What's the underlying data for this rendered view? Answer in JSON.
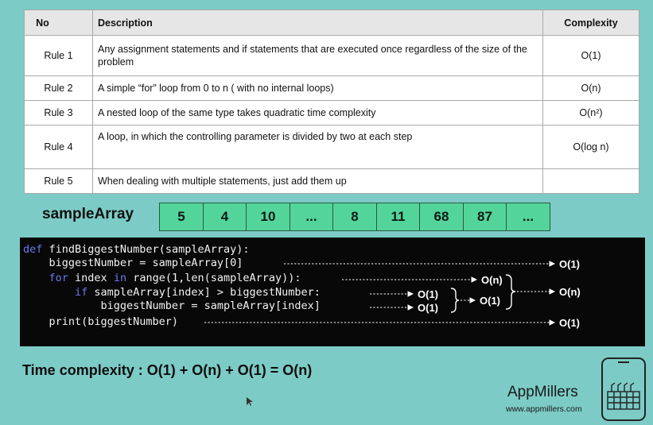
{
  "table": {
    "headers": {
      "no": "No",
      "description": "Description",
      "complexity": "Complexity"
    },
    "rows": [
      {
        "no": "Rule 1",
        "description": "Any assignment statements and if statements that are executed once regardless of the size of the problem",
        "complexity": "O(1)"
      },
      {
        "no": "Rule 2",
        "description": "A simple “for” loop from 0 to n ( with no internal loops)",
        "complexity": "O(n)"
      },
      {
        "no": "Rule 3",
        "description": "A nested loop of the same type takes quadratic time complexity",
        "complexity": "O(n²)"
      },
      {
        "no": "Rule 4",
        "description": "A loop, in which the controlling parameter is divided by two at each step",
        "complexity": "O(log n)"
      },
      {
        "no": "Rule 5",
        "description": "When dealing with multiple statements, just add them up",
        "complexity": ""
      }
    ]
  },
  "sample_array": {
    "label": "sampleArray",
    "values": [
      "5",
      "4",
      "10",
      "...",
      "8",
      "11",
      "68",
      "87",
      "..."
    ]
  },
  "code": {
    "lines": [
      {
        "kw": "def",
        "text": " findBiggestNumber(sampleArray):"
      },
      {
        "kw": "",
        "text": "    biggestNumber = sampleArray[0]"
      },
      {
        "kw": "for",
        "text": " index ",
        "kw2": "in",
        "text2": " range(1,len(sampleArray)):"
      },
      {
        "kw": "if",
        "text": " sampleArray[index] > biggestNumber:"
      },
      {
        "kw": "",
        "text": "            biggestNumber = sampleArray[index]"
      },
      {
        "kw": "",
        "text": "    print(biggestNumber)"
      }
    ],
    "annotations": {
      "line1": "O(1)",
      "line2": "O(n)",
      "line3": "O(1)",
      "line4": "O(1)",
      "if_block": "O(1)",
      "loop_block": "O(n)",
      "line5": "O(1)"
    }
  },
  "formula": {
    "label": "Time complexity : ",
    "expression": "O(1) + O(n) + O(1) = O(n)"
  },
  "brand": {
    "name": "AppMillers",
    "url": "www.appmillers.com"
  },
  "colors": {
    "background": "#7ccbc6",
    "array_cell": "#53d49b",
    "code_bg": "#080808",
    "keyword": "#6b78f0"
  }
}
